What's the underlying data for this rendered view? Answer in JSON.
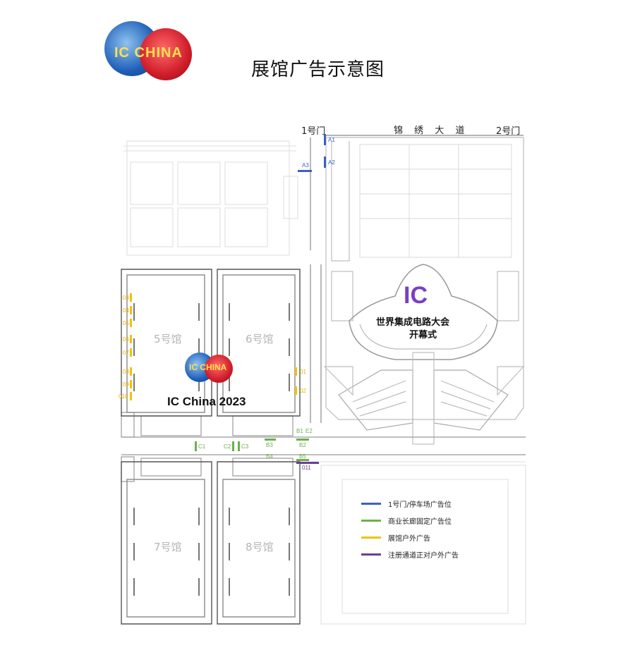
{
  "page": {
    "title": "展馆广告示意图"
  },
  "logo": {
    "text": "IC CHINA"
  },
  "center_logo": {
    "text": "IC CHINA",
    "caption": "IC China 2023"
  },
  "venue": {
    "ceremony_logo": "IC",
    "ceremony_line1": "世界集成电路大会",
    "ceremony_line2": "开幕式",
    "road": "锦 绣 大 道",
    "gate1": "1号门",
    "gate2": "2号门",
    "halls": [
      "5号馆",
      "6号馆",
      "7号馆",
      "8号馆"
    ]
  },
  "colors": {
    "blue": "#3b63b5",
    "green": "#6ab04c",
    "yellow": "#f2c200",
    "purple": "#6a3d9a",
    "line": "#cfcfcf",
    "dark_line": "#555555"
  },
  "ad_spots": {
    "blue": [
      "A1",
      "A2",
      "A3"
    ],
    "green": [
      "C1",
      "C2",
      "C3",
      "B1",
      "E2",
      "B2",
      "B3",
      "B4",
      "B5"
    ],
    "yellow": [
      "03",
      "04",
      "05",
      "06",
      "07",
      "08",
      "09",
      "010",
      "01",
      "02"
    ],
    "purple": [
      "011"
    ]
  },
  "legend": [
    {
      "label": "1号门/停车场广告位",
      "color": "#3b63b5"
    },
    {
      "label": "商业长廊固定广告位",
      "color": "#6ab04c"
    },
    {
      "label": "展馆户外广告",
      "color": "#f2c200"
    },
    {
      "label": "注册通道正对户外广告",
      "color": "#6a3d9a"
    }
  ]
}
